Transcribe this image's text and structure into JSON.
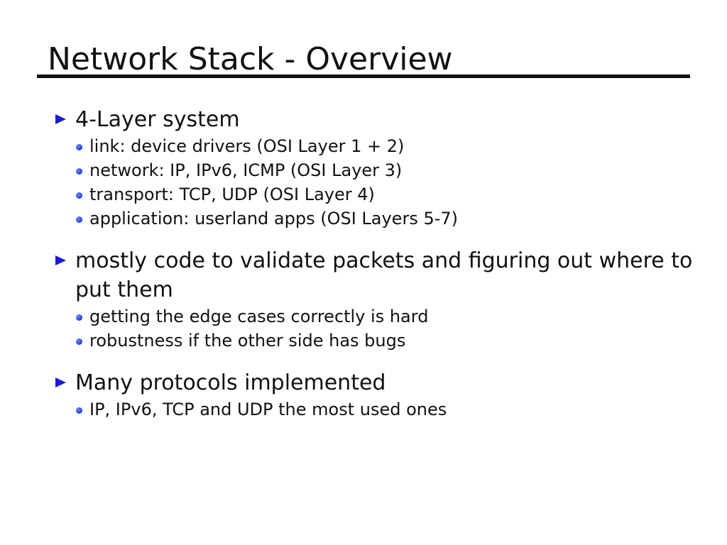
{
  "title": "Network Stack - Overview",
  "sections": [
    {
      "label": "4-Layer system",
      "items": [
        "link: device drivers (OSI Layer 1 + 2)",
        "network: IP, IPv6, ICMP (OSI Layer 3)",
        "transport: TCP, UDP (OSI Layer 4)",
        "application: userland apps (OSI Layers 5-7)"
      ]
    },
    {
      "label": "mostly code to validate packets and figuring out where to put them",
      "items": [
        "getting the edge cases correctly is hard",
        "robustness if the other side has bugs"
      ]
    },
    {
      "label": "Many protocols implemented",
      "items": [
        "IP, IPv6, TCP and UDP the most used ones"
      ]
    }
  ],
  "colors": {
    "bullet_arrow": "#1a1ad6",
    "bullet_dot": "#1f3fd0",
    "text": "#111111",
    "rule": "#111111"
  },
  "icons": {
    "main_bullet": "triangle-right-icon",
    "sub_bullet": "dot-icon"
  }
}
